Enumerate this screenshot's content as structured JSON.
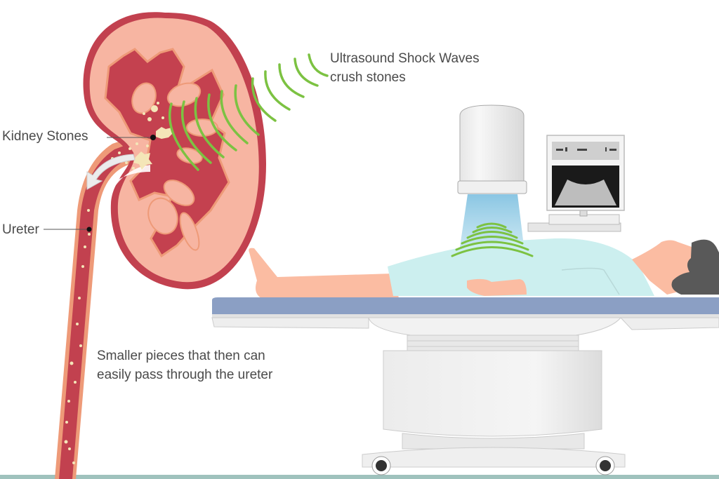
{
  "diagram": {
    "title": "Extracorporeal shock wave lithotripsy",
    "labels": {
      "shock_waves_line1": "Ultrasound Shock Waves",
      "shock_waves_line2": "crush stones",
      "kidney_stones": "Kidney Stones",
      "ureter": "Ureter",
      "smaller_pieces_line1": "Smaller pieces that then can",
      "smaller_pieces_line2": "easily pass through the ureter"
    },
    "colors": {
      "kidney_outer": "#c2414f",
      "kidney_cortex": "#f7b5a2",
      "kidney_medulla": "#c4414f",
      "kidney_edge": "#ee9a78",
      "stone": "#f4e6b8",
      "shock_wave": "#7cc242",
      "beam": "#8fcbe4",
      "table_pad": "#8b9fc4",
      "machine": "#ededed",
      "skin": "#fbbca2",
      "gown": "#ccefef",
      "hair": "#595959",
      "floor": "#9fc2bd"
    }
  }
}
